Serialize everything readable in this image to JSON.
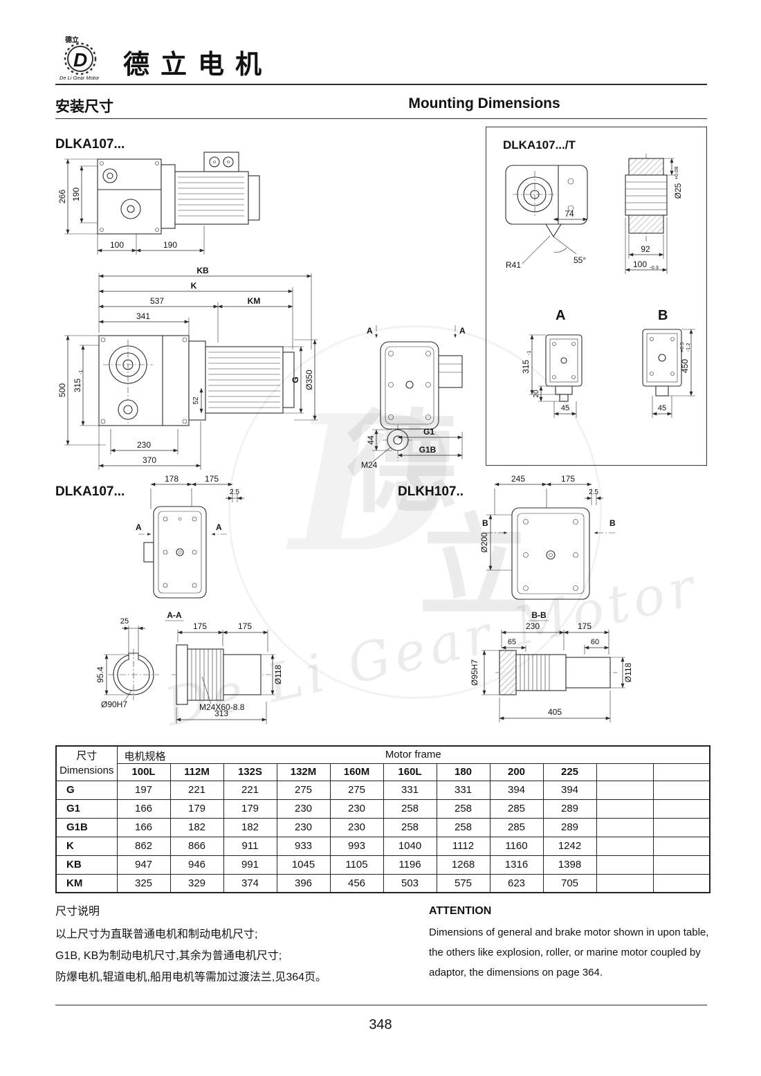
{
  "header": {
    "logo": {
      "zh": "德立",
      "d": "D",
      "sub": "De Li Gear Motor"
    },
    "company_name": "德立电机"
  },
  "title": {
    "zh": "安装尺寸",
    "en": "Mounting Dimensions"
  },
  "sections": {
    "d1": "DLKA107...",
    "d2": "DLKA107.../T",
    "d5": "DLKA107...",
    "d6": "DLKH107.."
  },
  "dims": {
    "d1": {
      "h266": "266",
      "v190": "190",
      "b100": "100",
      "b190": "190"
    },
    "d3": {
      "kb": "KB",
      "k": "K",
      "w537": "537",
      "km": "KM",
      "w341": "341",
      "h500": "500",
      "h315": "315",
      "h315t": "-1",
      "h52": "52",
      "g": "G",
      "d350": "Ø350",
      "w230": "230",
      "w370": "370"
    },
    "d4": {
      "a": "A",
      "h44": "44",
      "m24": "M24",
      "g1": "G1",
      "g1b": "G1B"
    },
    "d2": {
      "w74": "74",
      "r41": "R41",
      "a55": "55°",
      "d25": "Ø25",
      "d25t": "+0.08",
      "w92": "92",
      "w100": "100",
      "w100t": "-0.3",
      "va": "A",
      "vb": "B",
      "h315": "315",
      "h315t": "-1",
      "h20": "20",
      "w45a": "45",
      "h450": "450",
      "h450tu": "+0.5",
      "h450td": "-1.2",
      "w45b": "45"
    },
    "d5": {
      "w178": "178",
      "w175": "175",
      "w25": "2.5",
      "a": "A"
    },
    "d6": {
      "w245": "245",
      "w175": "175",
      "w25": "2.5",
      "d200": "Ø200",
      "b": "B"
    },
    "aa": {
      "label": "A-A",
      "w25": "25",
      "h954": "95.4",
      "d90": "Ø90H7",
      "w175a": "175",
      "w175b": "175",
      "d118": "Ø118",
      "m24": "M24X60-8.8",
      "w313": "313"
    },
    "bb": {
      "label": "B-B",
      "w230": "230",
      "w175": "175",
      "w65": "65",
      "w60": "60",
      "d95": "Ø95H7",
      "d118": "Ø118",
      "w405": "405"
    }
  },
  "table": {
    "header": {
      "dim_zh": "尺寸",
      "dim_en": "Dimensions",
      "spec_zh": "电机规格",
      "spec_en": "Motor frame"
    },
    "columns": [
      "100L",
      "112M",
      "132S",
      "132M",
      "160M",
      "160L",
      "180",
      "200",
      "225"
    ],
    "rows": [
      {
        "label": "G",
        "values": [
          "197",
          "221",
          "221",
          "275",
          "275",
          "331",
          "331",
          "394",
          "394"
        ]
      },
      {
        "label": "G1",
        "values": [
          "166",
          "179",
          "179",
          "230",
          "230",
          "258",
          "258",
          "285",
          "289"
        ]
      },
      {
        "label": "G1B",
        "values": [
          "166",
          "182",
          "182",
          "230",
          "230",
          "258",
          "258",
          "285",
          "289"
        ]
      },
      {
        "label": "K",
        "values": [
          "862",
          "866",
          "911",
          "933",
          "993",
          "1040",
          "1112",
          "1160",
          "1242"
        ]
      },
      {
        "label": "KB",
        "values": [
          "947",
          "946",
          "991",
          "1045",
          "1105",
          "1196",
          "1268",
          "1316",
          "1398"
        ]
      },
      {
        "label": "KM",
        "values": [
          "325",
          "329",
          "374",
          "396",
          "456",
          "503",
          "575",
          "623",
          "705"
        ]
      }
    ]
  },
  "notes": {
    "zh_title": "尺寸说明",
    "zh_lines": [
      "以上尺寸为直联普通电机和制动电机尺寸;",
      "G1B, KB为制动电机尺寸,其余为普通电机尺寸;",
      "防爆电机,辊道电机,船用电机等需加过渡法兰,见364页。"
    ],
    "en_title": "ATTENTION",
    "en_lines": [
      "Dimensions of general and brake motor shown in upon table,",
      "the others like explosion, roller, or marine motor coupled by",
      "adaptor, the dimensions on page 364."
    ]
  },
  "watermark": {
    "zh1": "德",
    "zh2": "立",
    "d": "D",
    "latin": "De Li Gear Motor"
  },
  "page_number": "348"
}
